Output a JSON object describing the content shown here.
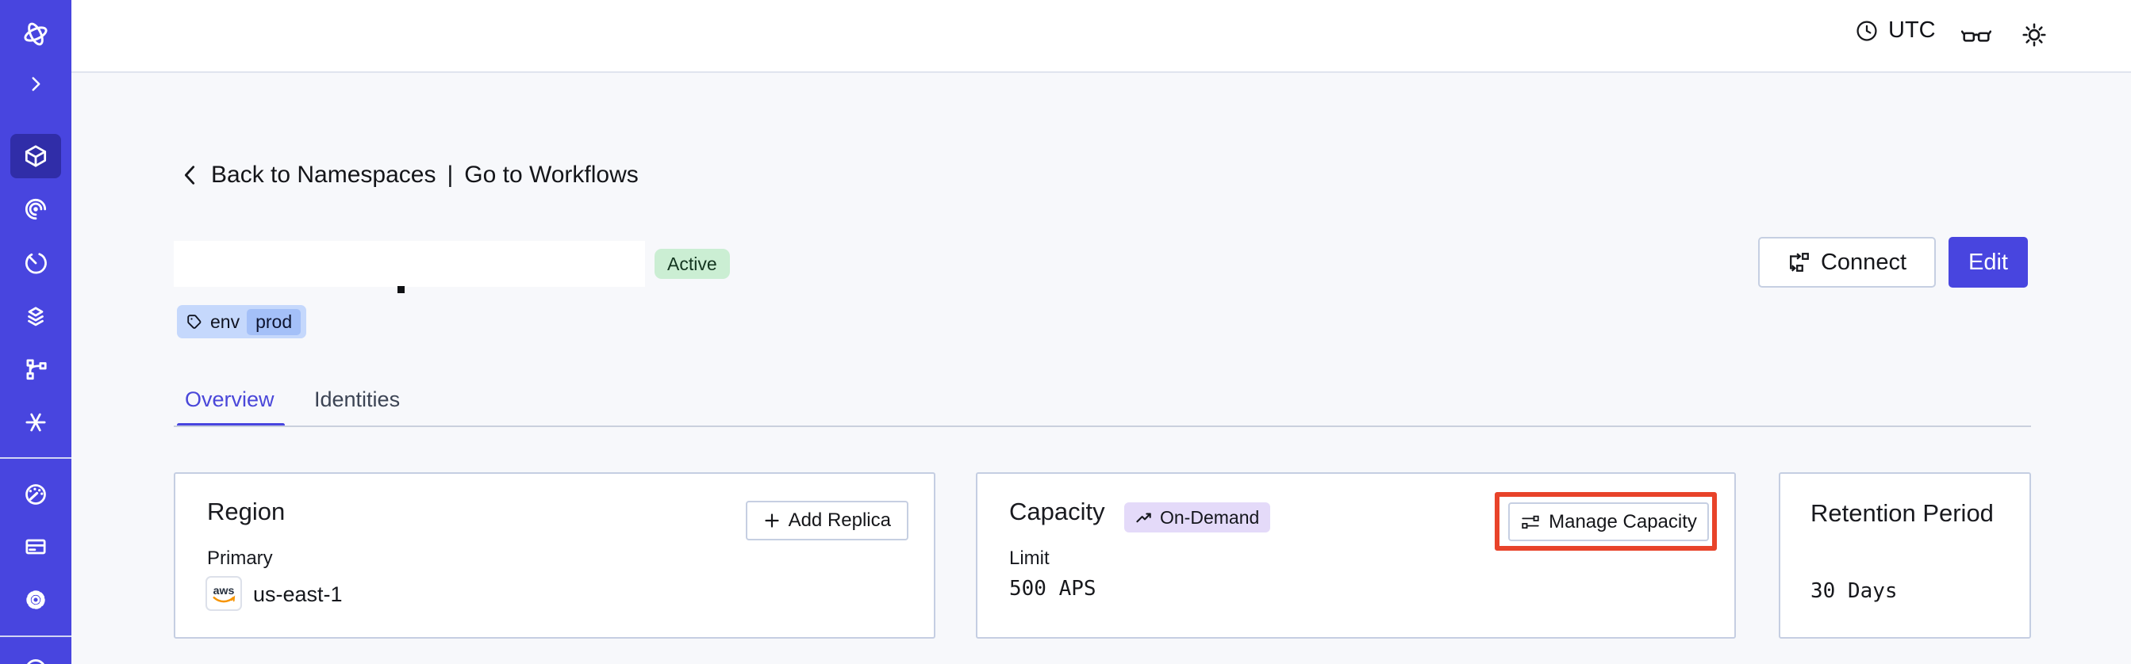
{
  "topbar": {
    "timezone_label": "UTC"
  },
  "sidebar": {
    "icons": [
      {
        "name": "orbit-logo-icon"
      },
      {
        "name": "chevron-right-icon"
      },
      {
        "name": "cube-icon",
        "active": true
      },
      {
        "name": "spiral-icon"
      },
      {
        "name": "clock-retry-icon"
      },
      {
        "name": "layers-icon"
      },
      {
        "name": "branch-icon"
      },
      {
        "name": "asterisk-icon"
      },
      {
        "name": "gauge-icon"
      },
      {
        "name": "credit-card-icon"
      },
      {
        "name": "gear-icon"
      },
      {
        "name": "circle-partial-icon"
      }
    ]
  },
  "breadcrumb": {
    "back_label": "Back to Namespaces",
    "separator": "|",
    "workflows_label": "Go to Workflows"
  },
  "namespace": {
    "status": "Active",
    "tag_key": "env",
    "tag_value": "prod"
  },
  "actions": {
    "connect_label": "Connect",
    "edit_label": "Edit"
  },
  "tabs": {
    "overview": "Overview",
    "identities": "Identities"
  },
  "cards": {
    "region": {
      "title": "Region",
      "add_replica_label": "Add Replica",
      "field_label": "Primary",
      "provider": "aws",
      "value": "us-east-1"
    },
    "capacity": {
      "title": "Capacity",
      "badge": "On-Demand",
      "field_label": "Limit",
      "value": "500 APS",
      "manage_label": "Manage Capacity"
    },
    "retention": {
      "title": "Retention Period",
      "value": "30 Days"
    }
  },
  "colors": {
    "sidebar": "#4845df",
    "accent": "#4845df",
    "annotation_highlight": "#e8432a",
    "active_badge_bg": "#cbeed3",
    "tag_bg": "#c5d8fc",
    "tag_inner_bg": "#a4c0f8",
    "ondemand_bg": "#e4daf9"
  }
}
